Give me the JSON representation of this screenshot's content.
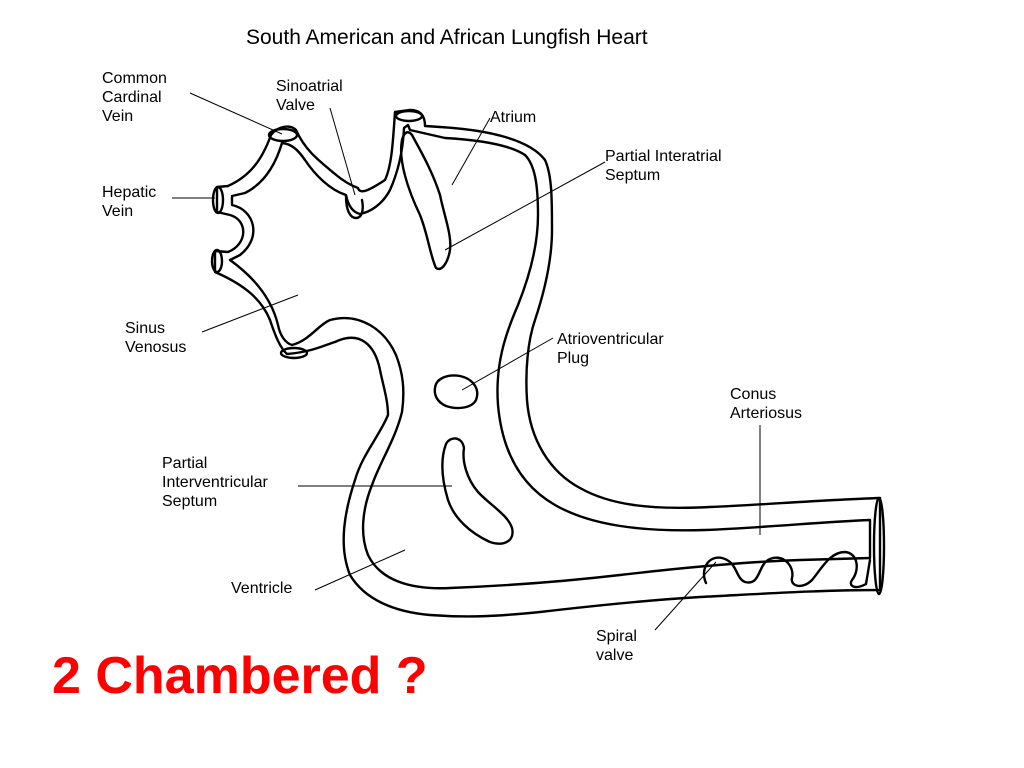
{
  "title": "South American and African Lungfish Heart",
  "labels": {
    "common_cardinal_vein": [
      "Common",
      "Cardinal",
      "Vein"
    ],
    "sinoatrial_valve": [
      "Sinoatrial",
      "Valve"
    ],
    "atrium": [
      "Atrium"
    ],
    "partial_interatrial_septum": [
      "Partial Interatrial",
      "Septum"
    ],
    "hepatic_vein": [
      "Hepatic",
      "Vein"
    ],
    "sinus_venosus": [
      "Sinus",
      "Venosus"
    ],
    "atrioventricular_plug": [
      "Atrioventricular",
      "Plug"
    ],
    "conus_arteriosus": [
      "Conus",
      "Arteriosus"
    ],
    "partial_interventricular_septum": [
      "Partial",
      "Interventricular",
      "Septum"
    ],
    "ventricle": [
      "Ventricle"
    ],
    "spiral_valve": [
      "Spiral",
      "valve"
    ]
  },
  "question": {
    "text": "2 Chambered ?",
    "color": "#ff0000"
  },
  "colors": {
    "line": "#000000",
    "background": "#ffffff"
  }
}
